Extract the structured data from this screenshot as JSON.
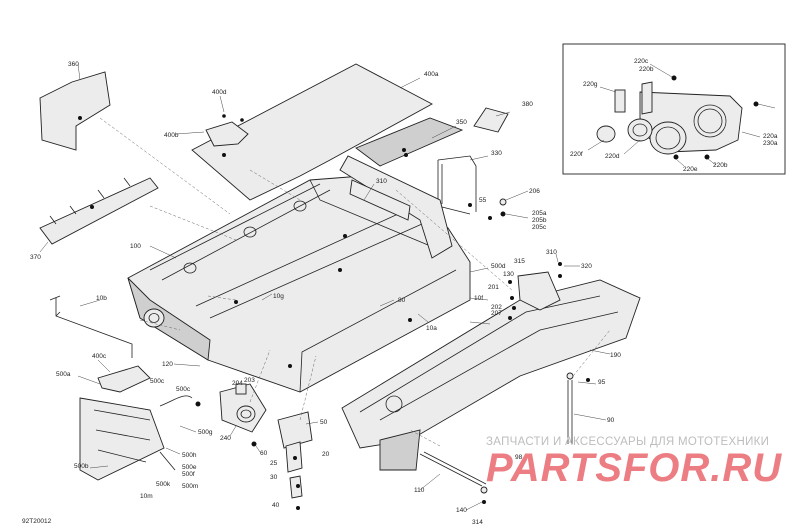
{
  "diagram": {
    "code": "92T20012",
    "watermark": {
      "tagline": "ЗАПЧАСТИ И АКСЕССУАРЫ ДЛЯ МОТОТЕХНИКИ",
      "brand": "PARTSFOR.RU"
    },
    "inset_labels": {
      "l220c_top": "220c",
      "l220b_top": "220b",
      "l220g": "220g",
      "l220a": "220a",
      "l230a": "230a",
      "l220f": "220f",
      "l220d": "220d",
      "l220e": "220e",
      "l220b_bot": "220b"
    },
    "labels": {
      "l360": "360",
      "l400a": "400a",
      "l400d": "400d",
      "l400b": "400b",
      "l380": "380",
      "l350": "350",
      "l330": "330",
      "l370": "370",
      "l310": "310",
      "l206": "206",
      "l55": "55",
      "l205a": "205a",
      "l205b": "205b",
      "l205c": "205c",
      "l100": "100",
      "l500d": "500d",
      "l130": "130",
      "l315": "315",
      "l310b": "310",
      "l320": "320",
      "l10b": "10b",
      "l10g": "10g",
      "l80": "80",
      "l10f": "10f",
      "l201": "201",
      "l202": "202",
      "l207": "207",
      "l10a": "10a",
      "l400c": "400c",
      "l120": "120",
      "l190": "190",
      "l500a": "500a",
      "l500c_top": "500c",
      "l500c": "500c",
      "l204": "204",
      "l203": "203",
      "l95": "95",
      "l500g": "500g",
      "l90": "90",
      "l240": "240",
      "l50": "50",
      "l60": "60",
      "l20": "20",
      "l25": "25",
      "l30": "30",
      "l40": "40",
      "l500h": "500h",
      "l500e": "500e",
      "l500f": "500f",
      "l500b": "500b",
      "l500k": "500k",
      "l500m": "500m",
      "l10m": "10m",
      "l98": "98",
      "l110": "110",
      "l140": "140",
      "l314": "314"
    }
  }
}
